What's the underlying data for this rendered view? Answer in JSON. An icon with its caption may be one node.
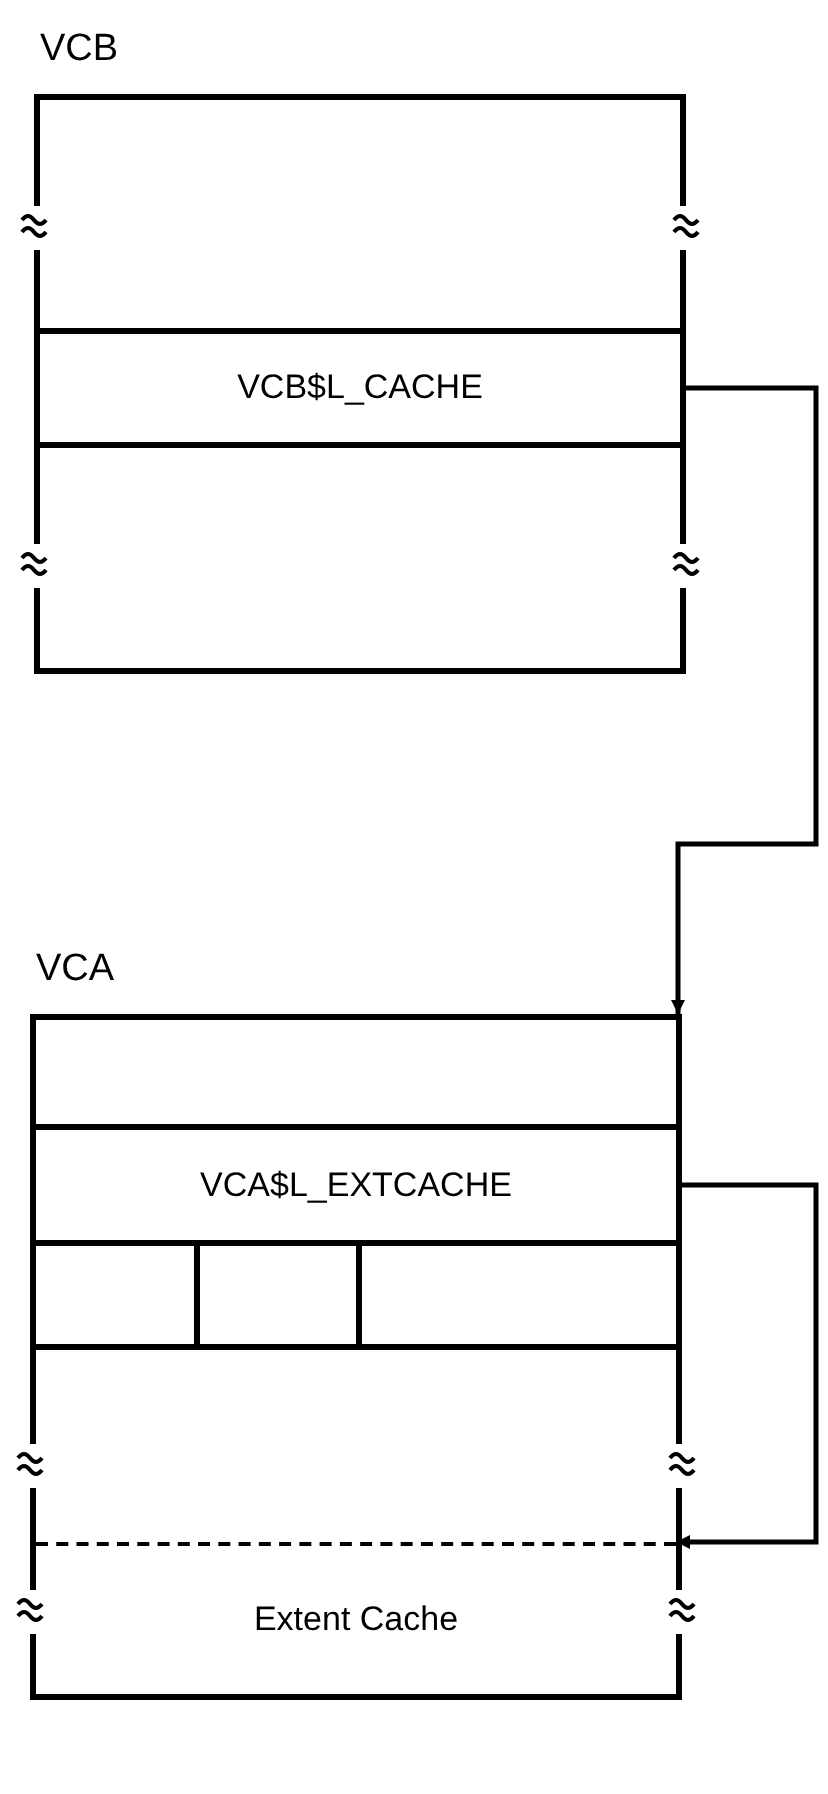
{
  "diagram": {
    "nodes": [
      {
        "text": [
          "VCB"
        ]
      },
      {
        "text": [
          "VCB$L_CACHE"
        ],
        "in": 0
      },
      {
        "text": [
          "VCA"
        ]
      },
      {
        "text": [
          "VCA$L_EXTCACHE"
        ],
        "in": 2
      },
      {
        "text": [
          "Extent Cache"
        ],
        "in": 2
      }
    ],
    "edges": [
      {
        "from": 1,
        "to": 2,
        "arrow": "to"
      },
      {
        "from": 3,
        "to": 4,
        "arrow": "to"
      }
    ]
  }
}
